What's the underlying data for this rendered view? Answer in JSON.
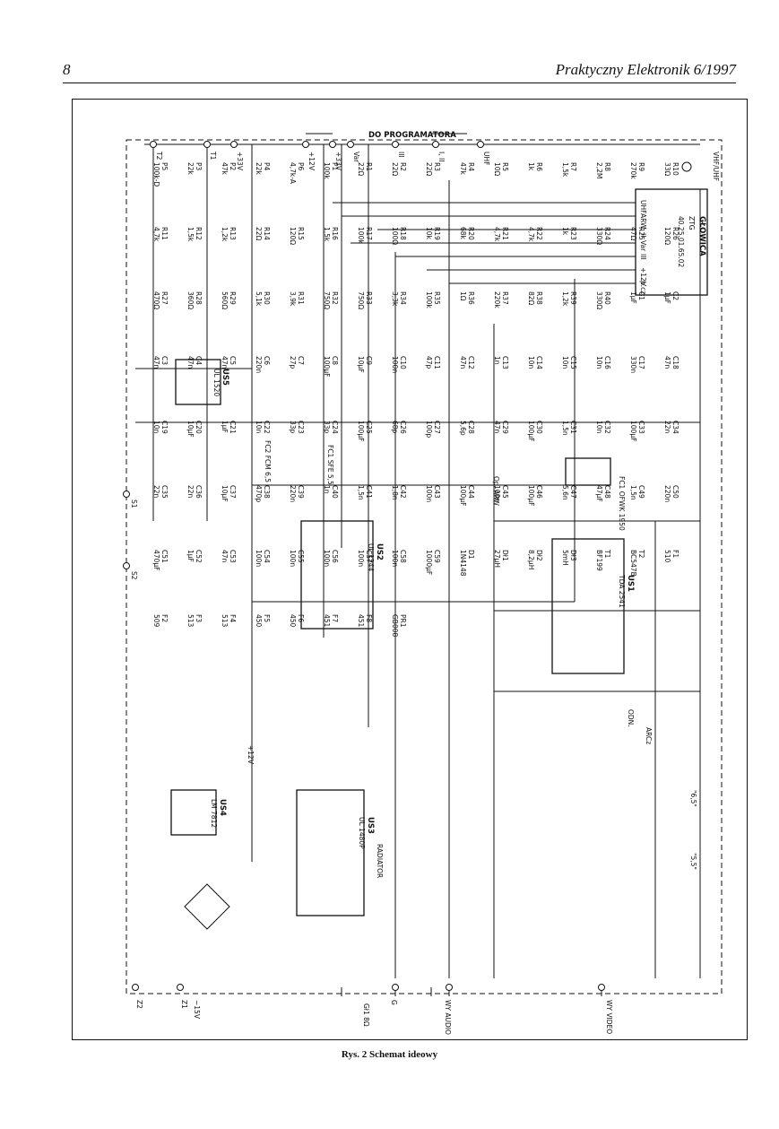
{
  "header": {
    "page_number": "8",
    "journal": "Praktyczny Elektronik 6/1997"
  },
  "caption": "Rys. 2 Schemat ideowy",
  "schematic": {
    "programmer_label": "DO PROGRAMATORA",
    "tuner": {
      "name": "GŁOWICA",
      "type": "ZTG",
      "code": "40.25.01.65.02",
      "input": "VHF/UHF"
    },
    "tuner_pins": [
      "UHF",
      "ARW",
      "I, II",
      "Var",
      "III",
      "+12V",
      "p.cz."
    ],
    "ics": [
      {
        "ref": "US1",
        "type": "TDA 2541"
      },
      {
        "ref": "US2",
        "type": "UL 1244"
      },
      {
        "ref": "US3",
        "type": "UL 1480P"
      },
      {
        "ref": "US4",
        "type": "LM 7812"
      },
      {
        "ref": "US5",
        "type": "UL 1520"
      }
    ],
    "terminals": [
      "T2",
      "T1",
      "+33V",
      "+12V",
      "+33V",
      "Var",
      "III",
      "I, II",
      "UHF",
      "S1",
      "S2",
      "Z2",
      "Z1",
      "~15V",
      "G",
      "WY AUDIO",
      "WY VIDEO"
    ],
    "labels": [
      "+12V",
      "RADIATOR",
      "ODN.",
      "ARCz",
      "\"6,5\"",
      "\"5,5\"",
      "Gł1 8Ω",
      "Op. ARW",
      "FC2 FCM 6,5",
      "FC1 SFE 5,5",
      "FC1 OFWK 1950"
    ],
    "components": [
      {
        "ref": "P5",
        "value": "100k-D"
      },
      {
        "ref": "P3",
        "value": "22k"
      },
      {
        "ref": "P2",
        "value": "47k"
      },
      {
        "ref": "P4",
        "value": "22k"
      },
      {
        "ref": "P6",
        "value": "4,7k-A"
      },
      {
        "ref": "P1",
        "value": "100k"
      },
      {
        "ref": "R1",
        "value": "22Ω"
      },
      {
        "ref": "R2",
        "value": "22Ω"
      },
      {
        "ref": "R3",
        "value": "22Ω"
      },
      {
        "ref": "R4",
        "value": "47k"
      },
      {
        "ref": "R5",
        "value": "10Ω"
      },
      {
        "ref": "R6",
        "value": "1k"
      },
      {
        "ref": "R7",
        "value": "1,5k"
      },
      {
        "ref": "R8",
        "value": "2,2M"
      },
      {
        "ref": "R9",
        "value": "270k"
      },
      {
        "ref": "R10",
        "value": "33Ω"
      },
      {
        "ref": "R11",
        "value": "4,7k"
      },
      {
        "ref": "R12",
        "value": "1,5k"
      },
      {
        "ref": "R13",
        "value": "1,2k"
      },
      {
        "ref": "R14",
        "value": "22Ω"
      },
      {
        "ref": "R15",
        "value": "120Ω"
      },
      {
        "ref": "R16",
        "value": "1,5k"
      },
      {
        "ref": "R17",
        "value": "100k"
      },
      {
        "ref": "R18",
        "value": "100Ω"
      },
      {
        "ref": "R19",
        "value": "10k"
      },
      {
        "ref": "R20",
        "value": "68k"
      },
      {
        "ref": "R21",
        "value": "4,7k"
      },
      {
        "ref": "R22",
        "value": "4,7k"
      },
      {
        "ref": "R23",
        "value": "1k"
      },
      {
        "ref": "R24",
        "value": "330Ω"
      },
      {
        "ref": "R25",
        "value": "47Ω"
      },
      {
        "ref": "R26",
        "value": "120Ω"
      },
      {
        "ref": "R27",
        "value": "470Ω"
      },
      {
        "ref": "R28",
        "value": "360Ω"
      },
      {
        "ref": "R29",
        "value": "560Ω"
      },
      {
        "ref": "R30",
        "value": "5,1k"
      },
      {
        "ref": "R31",
        "value": "3,9k"
      },
      {
        "ref": "R32",
        "value": "750Ω"
      },
      {
        "ref": "R33",
        "value": "750Ω"
      },
      {
        "ref": "R34",
        "value": "3,3k"
      },
      {
        "ref": "R35",
        "value": "100k"
      },
      {
        "ref": "R36",
        "value": "1Ω"
      },
      {
        "ref": "R37",
        "value": "220k"
      },
      {
        "ref": "R38",
        "value": "82Ω"
      },
      {
        "ref": "R39",
        "value": "1,2k"
      },
      {
        "ref": "R40",
        "value": "330Ω"
      },
      {
        "ref": "C1",
        "value": "1µF"
      },
      {
        "ref": "C2",
        "value": "1µF"
      },
      {
        "ref": "C3",
        "value": "47n"
      },
      {
        "ref": "C4",
        "value": "47n"
      },
      {
        "ref": "C5",
        "value": "47n"
      },
      {
        "ref": "C6",
        "value": "220n"
      },
      {
        "ref": "C7",
        "value": "27p"
      },
      {
        "ref": "C8",
        "value": "100µF"
      },
      {
        "ref": "C9",
        "value": "10µF"
      },
      {
        "ref": "C10",
        "value": "100n"
      },
      {
        "ref": "C11",
        "value": "47p"
      },
      {
        "ref": "C12",
        "value": "47n"
      },
      {
        "ref": "C13",
        "value": "1n"
      },
      {
        "ref": "C14",
        "value": "10n"
      },
      {
        "ref": "C15",
        "value": "10n"
      },
      {
        "ref": "C16",
        "value": "10n"
      },
      {
        "ref": "C17",
        "value": "330n"
      },
      {
        "ref": "C18",
        "value": "47n"
      },
      {
        "ref": "C19",
        "value": "10n"
      },
      {
        "ref": "C20",
        "value": "10µF"
      },
      {
        "ref": "C21",
        "value": "1µF"
      },
      {
        "ref": "C22",
        "value": "10n"
      },
      {
        "ref": "C23",
        "value": "33p"
      },
      {
        "ref": "C24",
        "value": "33p"
      },
      {
        "ref": "C25",
        "value": "100µF"
      },
      {
        "ref": "C26",
        "value": "68p"
      },
      {
        "ref": "C27",
        "value": "100p"
      },
      {
        "ref": "C28",
        "value": "5,6p"
      },
      {
        "ref": "C29",
        "value": "47n"
      },
      {
        "ref": "C30",
        "value": "100µF"
      },
      {
        "ref": "C31",
        "value": "1,5n"
      },
      {
        "ref": "C32",
        "value": "10n"
      },
      {
        "ref": "C33",
        "value": "100µF"
      },
      {
        "ref": "C34",
        "value": "22n"
      },
      {
        "ref": "C35",
        "value": "22n"
      },
      {
        "ref": "C36",
        "value": "22n"
      },
      {
        "ref": "C37",
        "value": "10µF"
      },
      {
        "ref": "C38",
        "value": "470p"
      },
      {
        "ref": "C39",
        "value": "220n"
      },
      {
        "ref": "C40",
        "value": "1n"
      },
      {
        "ref": "C41",
        "value": "1,5n"
      },
      {
        "ref": "C42",
        "value": "1,8n"
      },
      {
        "ref": "C43",
        "value": "100n"
      },
      {
        "ref": "C44",
        "value": "100µF"
      },
      {
        "ref": "C45",
        "value": "100n"
      },
      {
        "ref": "C46",
        "value": "100µF"
      },
      {
        "ref": "C47",
        "value": "5,6n"
      },
      {
        "ref": "C48",
        "value": "47µF"
      },
      {
        "ref": "C49",
        "value": "1,5n"
      },
      {
        "ref": "C50",
        "value": "220n"
      },
      {
        "ref": "C51",
        "value": "470µF"
      },
      {
        "ref": "C52",
        "value": "1µF"
      },
      {
        "ref": "C53",
        "value": "47n"
      },
      {
        "ref": "C54",
        "value": "100n"
      },
      {
        "ref": "C55",
        "value": "100n"
      },
      {
        "ref": "C56",
        "value": "100n"
      },
      {
        "ref": "C57",
        "value": "100n"
      },
      {
        "ref": "C58",
        "value": "100n"
      },
      {
        "ref": "C59",
        "value": "1000µF"
      },
      {
        "ref": "D1",
        "value": "1N4148"
      },
      {
        "ref": "Dł1",
        "value": "27µH"
      },
      {
        "ref": "Dł2",
        "value": "8,2µH"
      },
      {
        "ref": "Dł3",
        "value": "5mH"
      },
      {
        "ref": "T1",
        "value": "BF199"
      },
      {
        "ref": "T2",
        "value": "BC547B"
      },
      {
        "ref": "F1",
        "value": "510"
      },
      {
        "ref": "F2",
        "value": "509"
      },
      {
        "ref": "F3",
        "value": "513"
      },
      {
        "ref": "F4",
        "value": "513"
      },
      {
        "ref": "F5",
        "value": "450"
      },
      {
        "ref": "F6",
        "value": "450"
      },
      {
        "ref": "F7",
        "value": "451"
      },
      {
        "ref": "F8",
        "value": "451"
      },
      {
        "ref": "PR1",
        "value": "GB008"
      }
    ]
  }
}
